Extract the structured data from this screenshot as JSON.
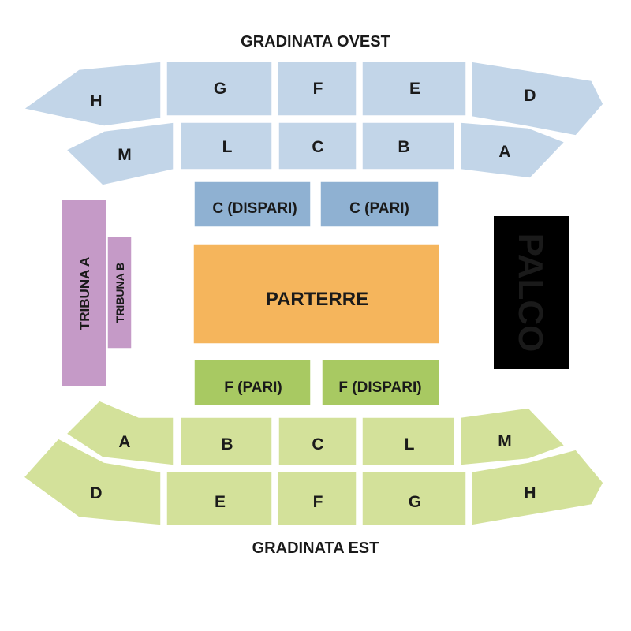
{
  "stands": {
    "west": {
      "label": "GRADINATA OVEST",
      "color": "#c2d5e8",
      "sections": [
        "H",
        "G",
        "F",
        "E",
        "D",
        "M",
        "L",
        "C",
        "B",
        "A"
      ]
    },
    "east": {
      "label": "GRADINATA EST",
      "color": "#d3e19a",
      "sections": [
        "A",
        "B",
        "C",
        "L",
        "M",
        "D",
        "E",
        "F",
        "G",
        "H"
      ]
    }
  },
  "floor": {
    "c_dispari": "C (DISPARI)",
    "c_pari": "C (PARI)",
    "parterre": "PARTERRE",
    "f_pari": "F (PARI)",
    "f_dispari": "F (DISPARI)",
    "c_color": "#8fb1d2",
    "parterre_color": "#f5b55c",
    "f_color": "#a8c962"
  },
  "tribunes": {
    "a": "TRIBUNA A",
    "b": "TRIBUNA B",
    "color": "#c59ac7"
  },
  "stage": {
    "label": "PALCO",
    "color": "#000000",
    "text_color": "#ffffff"
  }
}
